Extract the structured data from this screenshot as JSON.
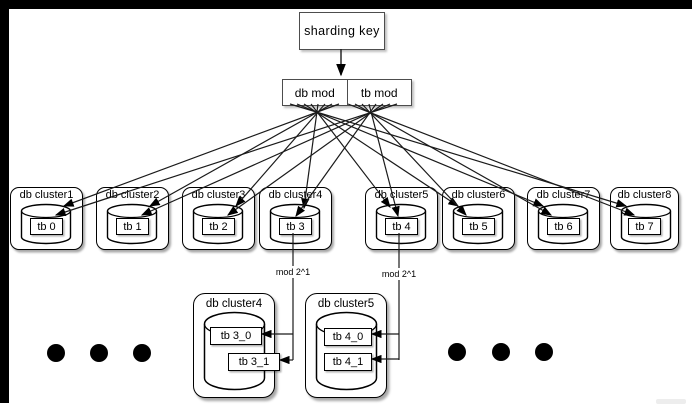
{
  "nodes": {
    "sharding_key": "sharding key",
    "db_mod": "db mod",
    "tb_mod": "tb mod"
  },
  "mod_annotations": {
    "left": "mod 2^1",
    "right": "mod 2^1"
  },
  "clusters": [
    {
      "name": "db cluster1",
      "table": "tb 0"
    },
    {
      "name": "db cluster2",
      "table": "tb 1"
    },
    {
      "name": "db cluster3",
      "table": "tb 2"
    },
    {
      "name": "db cluster4",
      "table": "tb 3"
    },
    {
      "name": "db cluster5",
      "table": "tb 4"
    },
    {
      "name": "db cluster6",
      "table": "tb 5"
    },
    {
      "name": "db cluster7",
      "table": "tb 6"
    },
    {
      "name": "db cluster8",
      "table": "tb 7"
    }
  ],
  "expanded_clusters": [
    {
      "name": "db cluster4",
      "tables": [
        "tb 3_0",
        "tb 3_1"
      ]
    },
    {
      "name": "db cluster5",
      "tables": [
        "tb 4_0",
        "tb 4_1"
      ]
    }
  ],
  "colors": {
    "ink": "#000000",
    "background": "#ffffff",
    "edge_bar": "#000000"
  }
}
